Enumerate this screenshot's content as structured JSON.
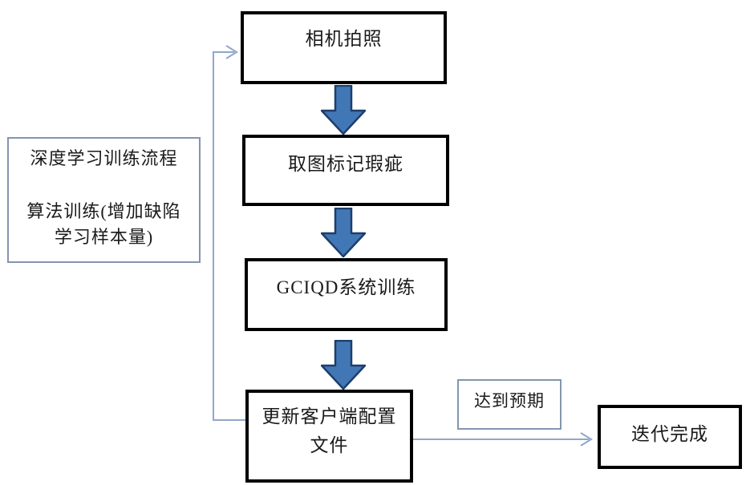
{
  "diagram": {
    "boxes": {
      "camera": {
        "label": "相机拍照"
      },
      "mark": {
        "label": "取图标记瑕疵"
      },
      "gciqd": {
        "label": "GCIQD系统训练"
      },
      "update": {
        "line1": "更新客户端配置",
        "line2": "文件"
      },
      "iteration": {
        "label": "迭代完成"
      },
      "expect": {
        "label": "达到预期"
      },
      "note": {
        "line1": "深度学习训练流程",
        "line2": "算法训练(增加缺陷",
        "line3": "学习样本量)"
      }
    },
    "icons": {
      "down_arrow": "block-down-arrow",
      "loopback": "open-chevron-right-arrow",
      "result": "open-chevron-right-arrow"
    },
    "colors": {
      "process_box_border": "#000000",
      "note_box_border": "#8495af",
      "connector_line": "#92a7cb",
      "block_arrow_fill": "#4277b6",
      "block_arrow_stroke": "#1c3e6b",
      "background": "#ffffff",
      "text": "#1a1a1a"
    }
  }
}
